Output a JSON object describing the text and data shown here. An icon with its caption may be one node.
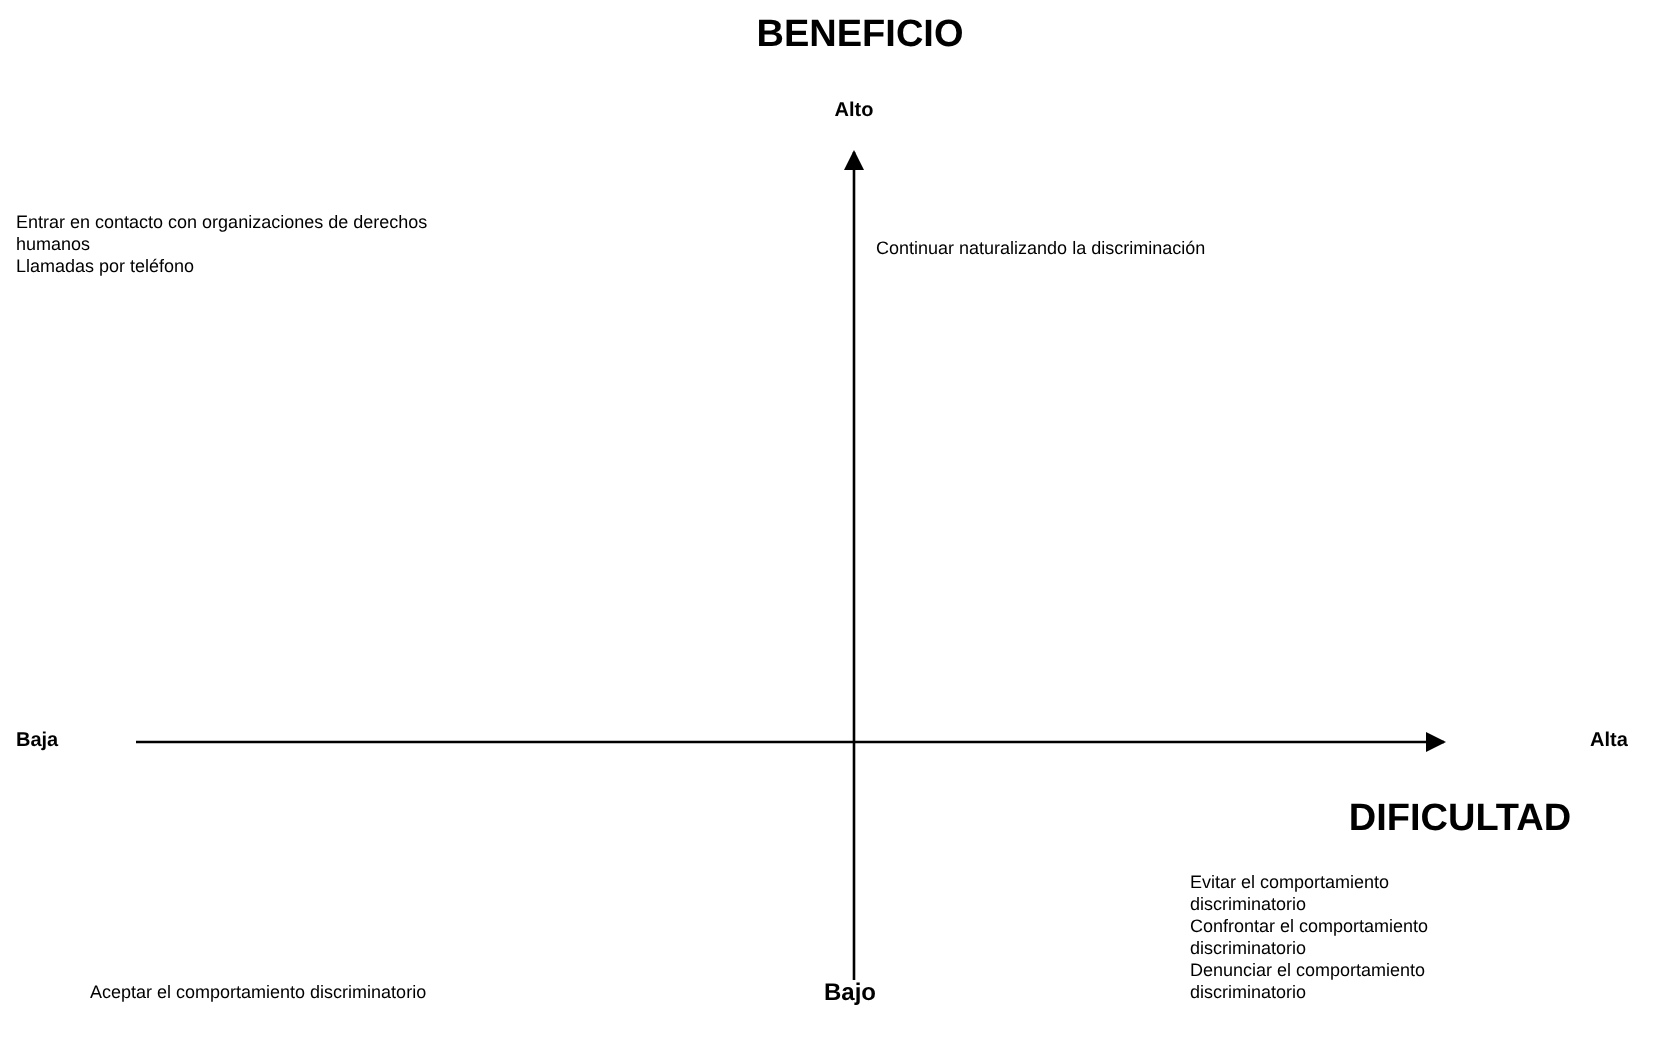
{
  "diagram": {
    "labels": [
      "BENEFICIO",
      "Alto",
      "Entrar en contacto con organizaciones de derechos humanos",
      "Llamadas por teléfono",
      "Continuar naturalizando la discriminación",
      "Baja",
      "Alta",
      "DIFICULTAD",
      "Evitar el comportamiento discriminatorio",
      "Confrontar el comportamiento discriminatorio",
      "Denunciar el comportamiento discriminatorio",
      "Aceptar el comportamiento discriminatorio",
      "Bajo"
    ]
  }
}
